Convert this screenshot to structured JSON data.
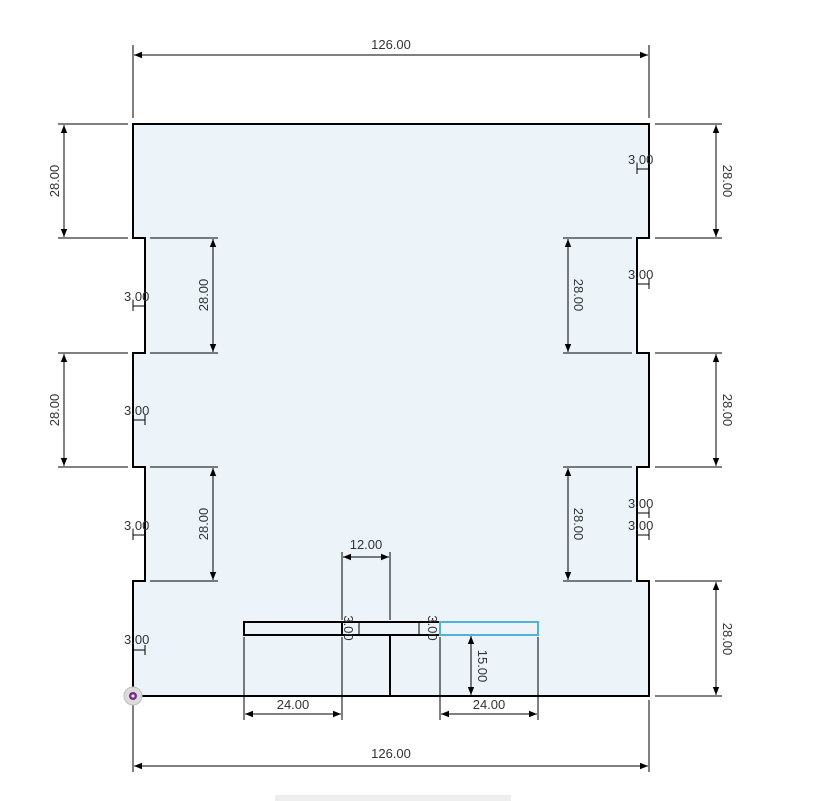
{
  "sketch": {
    "dims": {
      "overall_top": "126.00",
      "overall_bottom": "126.00",
      "left_28_1": "28.00",
      "left_28_2": "28.00",
      "right_28_1": "28.00",
      "right_28_2": "28.00",
      "right_28_3": "28.00",
      "inner_left_28_1": "28.00",
      "inner_left_28_2": "28.00",
      "inner_right_28_1": "28.00",
      "inner_right_28_2": "28.00",
      "tab_left_1": "3.00",
      "tab_left_2": "3.00",
      "tab_left_3": "3.00",
      "tab_left_4": "3.00",
      "tab_right_1": "3.00",
      "tab_right_2": "3.00",
      "tab_right_3": "3.00",
      "tab_right_4": "3.00",
      "slot_width": "12.00",
      "slot_thick_1": "3.00",
      "slot_thick_2": "3.00",
      "bottom_left_24": "24.00",
      "bottom_right_24": "24.00",
      "vertical_15": "15.00"
    },
    "colors": {
      "face_fill": "#ecf4fa",
      "highlight": "#4fb3d9",
      "origin": "#7b2a8c"
    }
  }
}
